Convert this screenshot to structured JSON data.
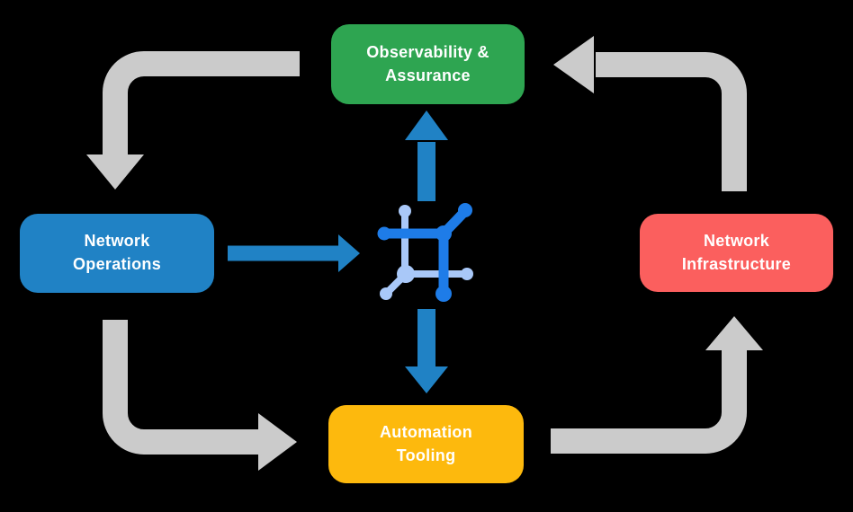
{
  "colors": {
    "background": "#000000",
    "green": "#2EA551",
    "blue": "#2082C5",
    "red": "#FB5F5E",
    "yellow": "#FDB90D",
    "gray-arrow": "#CBCBCB",
    "icon-dark-blue": "#1E7CE8",
    "icon-light-blue": "#A9C8F8",
    "text": "#FFFFFF"
  },
  "nodes": {
    "observability": {
      "line1": "Observability &",
      "line2": "Assurance"
    },
    "operations": {
      "line1": "Network",
      "line2": "Operations"
    },
    "infrastructure": {
      "line1": "Network",
      "line2": "Infrastructure"
    },
    "automation": {
      "line1": "Automation",
      "line2": "Tooling"
    }
  },
  "center_icon": "network-platform-mesh-icon",
  "edges": [
    {
      "from": "Observability & Assurance",
      "to": "Network Operations",
      "style": "gray-elbow",
      "direction": "left-then-down"
    },
    {
      "from": "Network Operations",
      "to": "Automation Tooling",
      "style": "gray-elbow",
      "direction": "down-then-right"
    },
    {
      "from": "Automation Tooling",
      "to": "Network Infrastructure",
      "style": "gray-elbow",
      "direction": "right-then-up"
    },
    {
      "from": "Network Infrastructure",
      "to": "Observability & Assurance",
      "style": "gray-elbow",
      "direction": "up-then-left"
    },
    {
      "from": "Network Operations",
      "to": "center-icon",
      "style": "blue-straight",
      "direction": "right"
    },
    {
      "from": "center-icon",
      "to": "Observability & Assurance",
      "style": "blue-straight",
      "direction": "up"
    },
    {
      "from": "center-icon",
      "to": "Automation Tooling",
      "style": "blue-straight",
      "direction": "down"
    }
  ]
}
